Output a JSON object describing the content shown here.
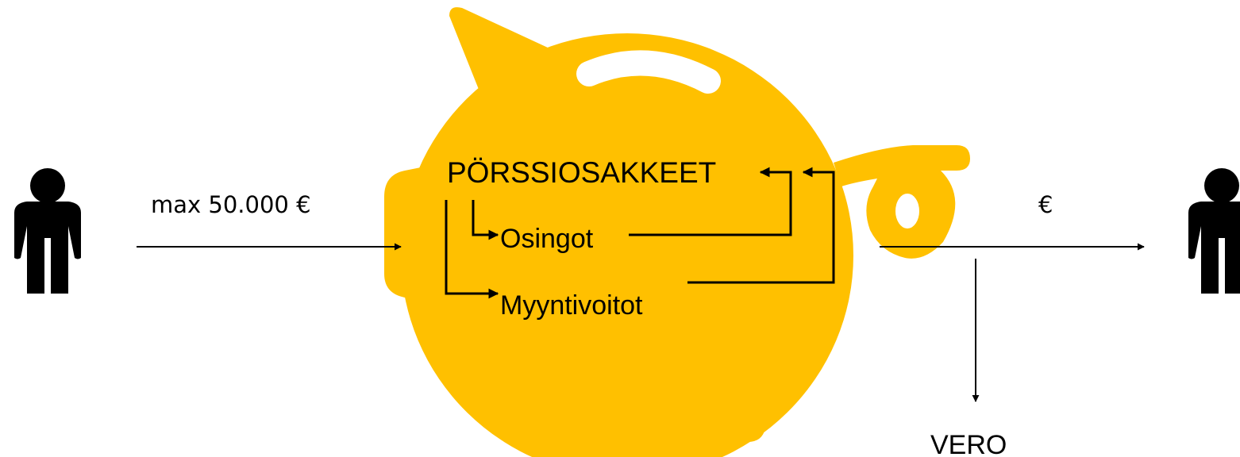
{
  "deposit_label": "max 50.000 €",
  "payout_label": "€",
  "account_title": "PÖRSSIOSAKKEET",
  "income_items": [
    "Osingot",
    "Myyntivoitot"
  ],
  "tax_label": "VERO",
  "colors": {
    "piggy": "#FFC000",
    "ink": "#000000",
    "background": "#FFFFFF"
  },
  "icons": [
    "person-icon",
    "piggy-bank-icon",
    "person-icon"
  ]
}
